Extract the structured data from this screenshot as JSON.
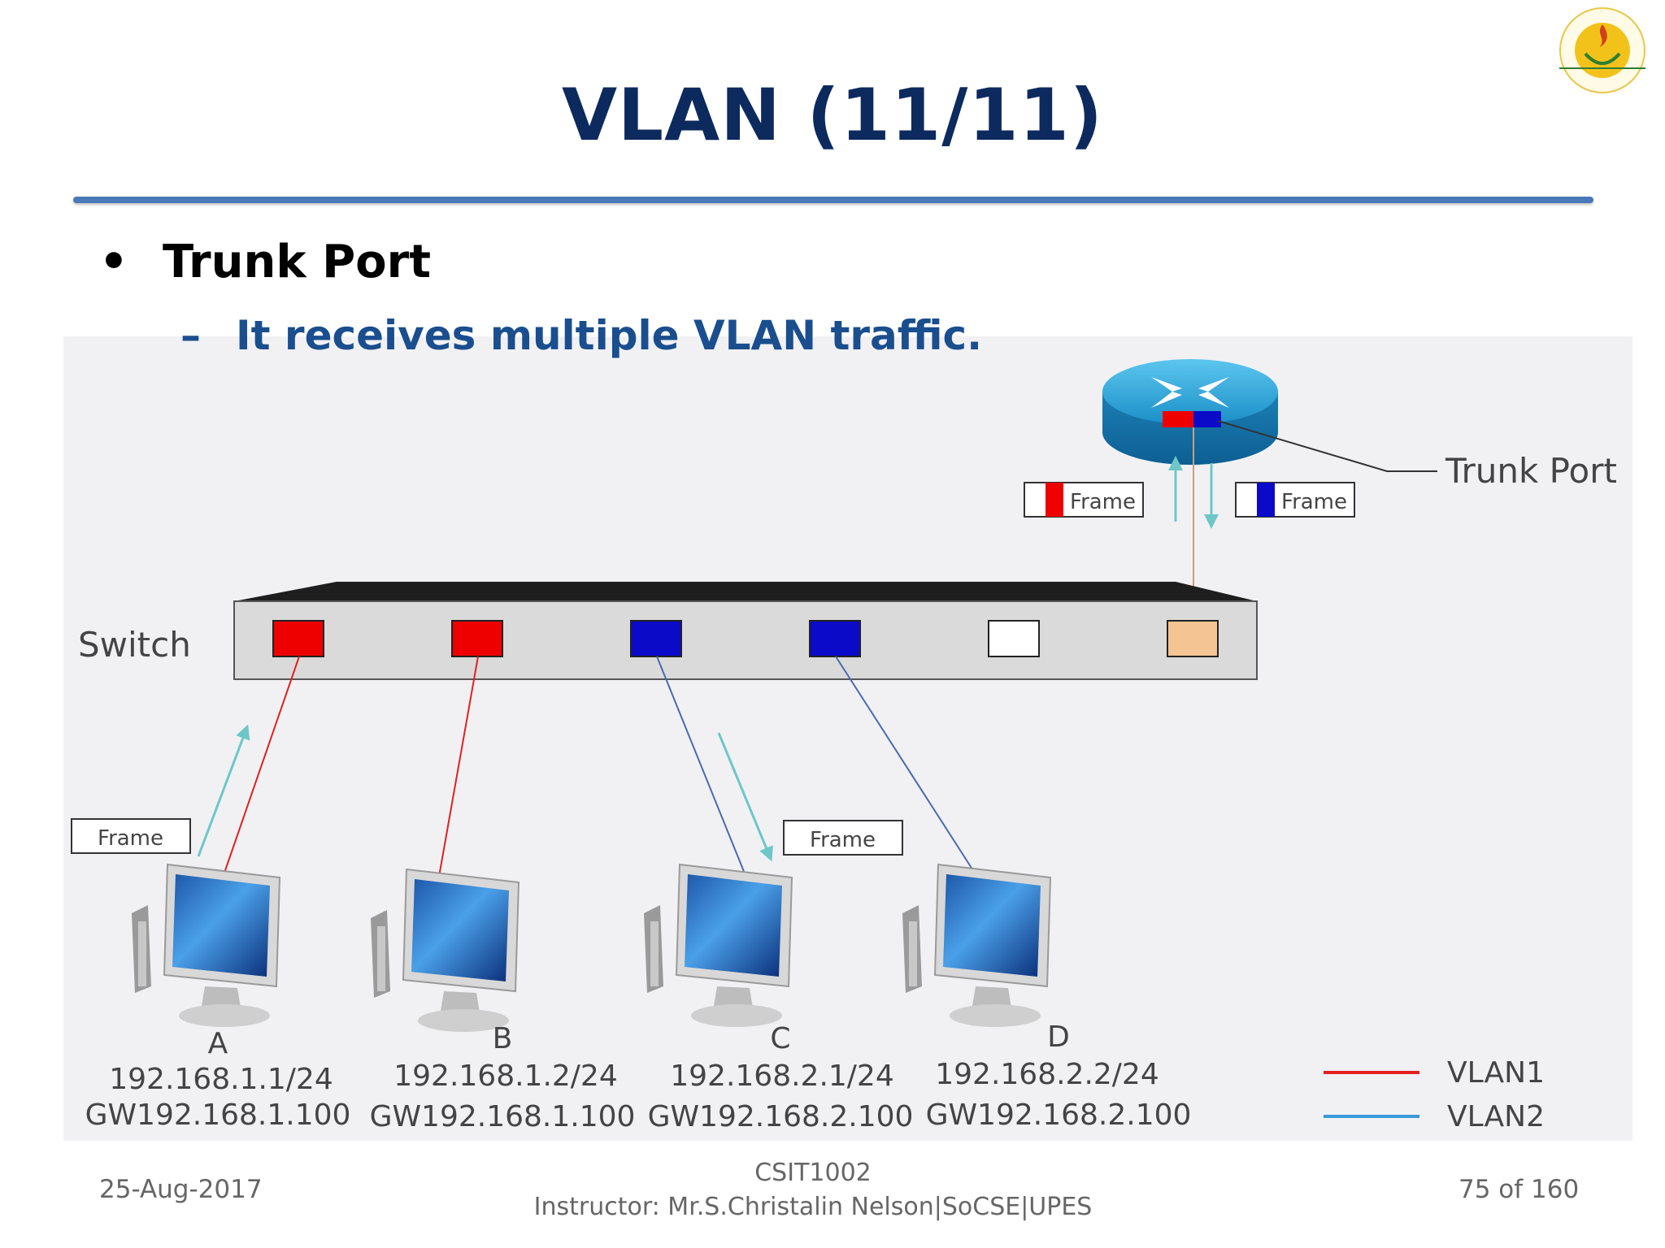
{
  "slide": {
    "title": "VLAN (11/11)",
    "bullet": "Trunk Port",
    "sub_bullet": "It receives multiple VLAN traffic."
  },
  "diagram": {
    "switch_label": "Switch",
    "trunk_port_label": "Trunk Port",
    "frame_label": "Frame",
    "hosts": [
      {
        "name": "A",
        "ip": "192.168.1.1/24",
        "gateway": "GW192.168.1.100"
      },
      {
        "name": "B",
        "ip": "192.168.1.2/24",
        "gateway": "GW192.168.1.100"
      },
      {
        "name": "C",
        "ip": "192.168.2.1/24",
        "gateway": "GW192.168.2.100"
      },
      {
        "name": "D",
        "ip": "192.168.2.2/24",
        "gateway": "GW192.168.2.100"
      }
    ],
    "legend": [
      {
        "label": "VLAN1",
        "color": "#e02020"
      },
      {
        "label": "VLAN2",
        "color": "#3a9ad8"
      }
    ],
    "port_colors": {
      "vlan1": "#ee0000",
      "vlan2": "#0a0ac8",
      "unused": "#ffffff",
      "trunk": "#f4c493"
    }
  },
  "footer": {
    "date": "25-Aug-2017",
    "course": "CSIT1002",
    "instructor": "Instructor: Mr.S.Christalin Nelson|SoCSE|UPES",
    "page": "75 of 160"
  }
}
